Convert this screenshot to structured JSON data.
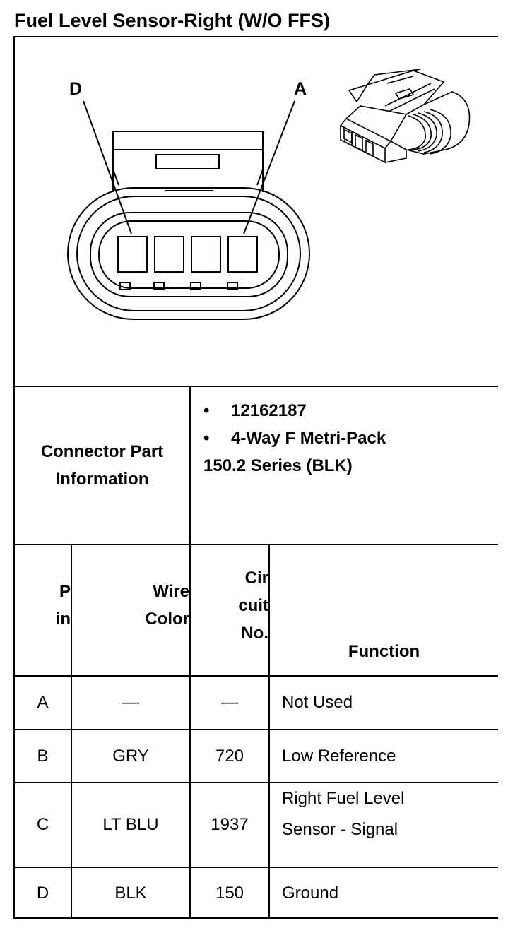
{
  "title": "Fuel Level Sensor-Right (W/O FFS)",
  "diagram": {
    "pin_label_left": "D",
    "pin_label_right": "A"
  },
  "part_info": {
    "label_line1": "Connector Part",
    "label_line2": "Information",
    "bullet_symbol": "•",
    "part_number": "12162187",
    "description_line1": "4-Way F Metri-Pack",
    "description_line2": "150.2 Series (BLK)"
  },
  "table": {
    "headers": {
      "pin_line1": "P",
      "pin_line2": "in",
      "wire_line1": "Wire",
      "wire_line2": "Color",
      "circuit_line1": "Cir",
      "circuit_line2": "cuit",
      "circuit_line3": "No.",
      "function": "Function"
    },
    "rows": [
      {
        "pin": "A",
        "wire": "—",
        "circuit": "—",
        "function_line1": "Not Used",
        "function_line2": ""
      },
      {
        "pin": "B",
        "wire": "GRY",
        "circuit": "720",
        "function_line1": "Low Reference",
        "function_line2": ""
      },
      {
        "pin": "C",
        "wire": "LT BLU",
        "circuit": "1937",
        "function_line1": "Right Fuel Level",
        "function_line2": "Sensor - Signal"
      },
      {
        "pin": "D",
        "wire": "BLK",
        "circuit": "150",
        "function_line1": "Ground",
        "function_line2": ""
      }
    ]
  }
}
